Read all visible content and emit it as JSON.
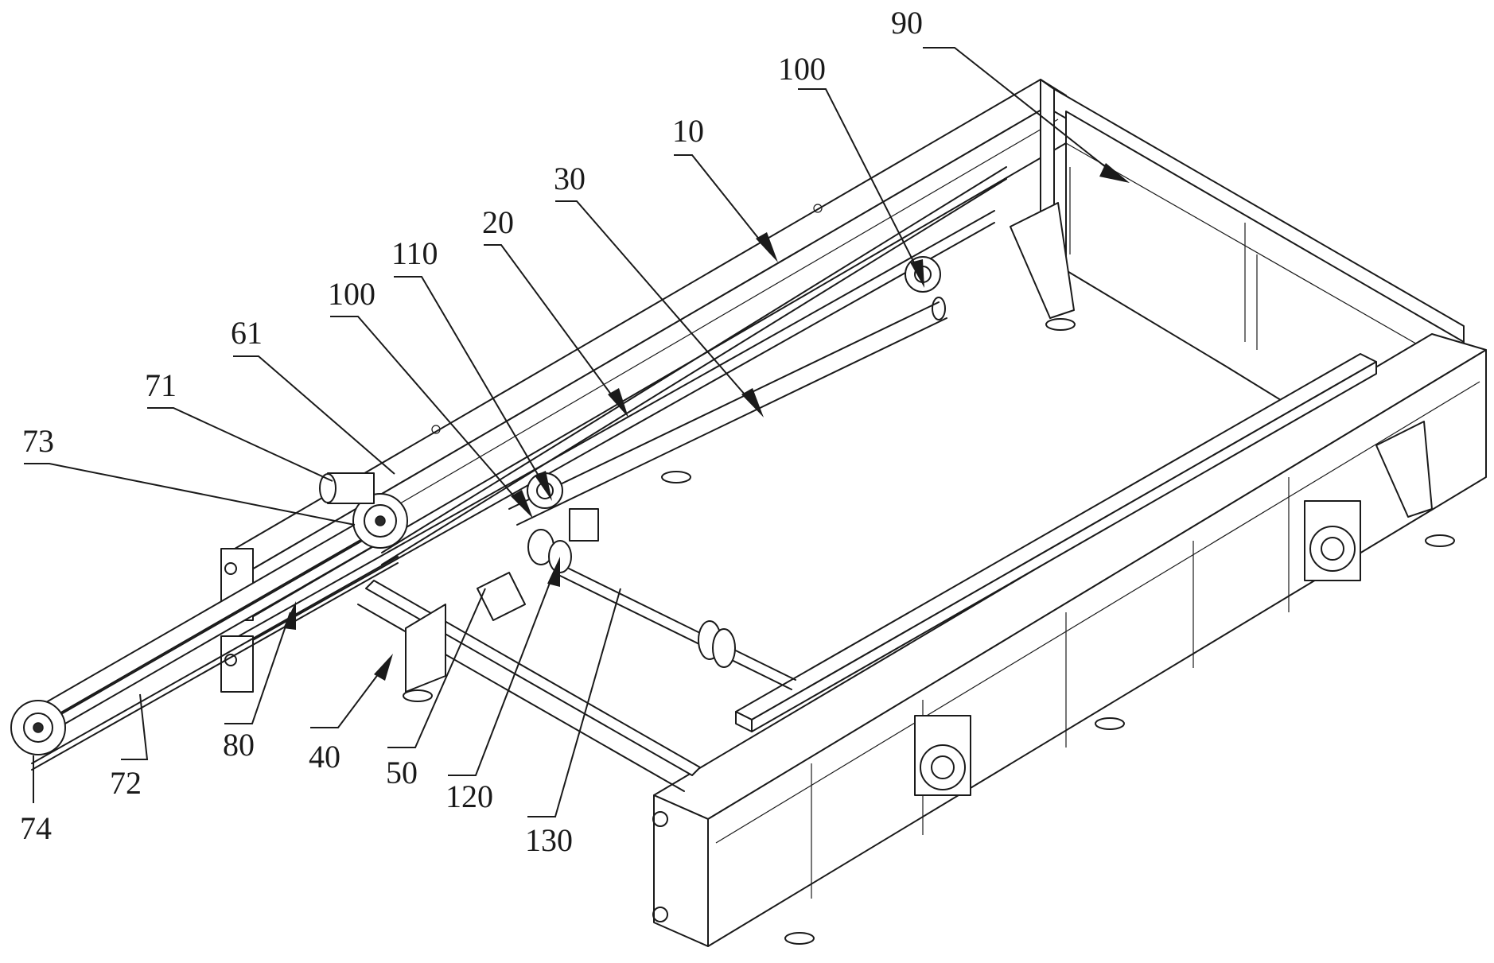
{
  "figure": {
    "callouts": [
      {
        "id": "c90",
        "label": "90"
      },
      {
        "id": "c100a",
        "label": "100"
      },
      {
        "id": "c10",
        "label": "10"
      },
      {
        "id": "c30",
        "label": "30"
      },
      {
        "id": "c20",
        "label": "20"
      },
      {
        "id": "c110",
        "label": "110"
      },
      {
        "id": "c100b",
        "label": "100"
      },
      {
        "id": "c61",
        "label": "61"
      },
      {
        "id": "c71",
        "label": "71"
      },
      {
        "id": "c73",
        "label": "73"
      },
      {
        "id": "c80",
        "label": "80"
      },
      {
        "id": "c40",
        "label": "40"
      },
      {
        "id": "c50",
        "label": "50"
      },
      {
        "id": "c120",
        "label": "120"
      },
      {
        "id": "c130",
        "label": "130"
      },
      {
        "id": "c72",
        "label": "72"
      },
      {
        "id": "c74",
        "label": "74"
      }
    ]
  }
}
